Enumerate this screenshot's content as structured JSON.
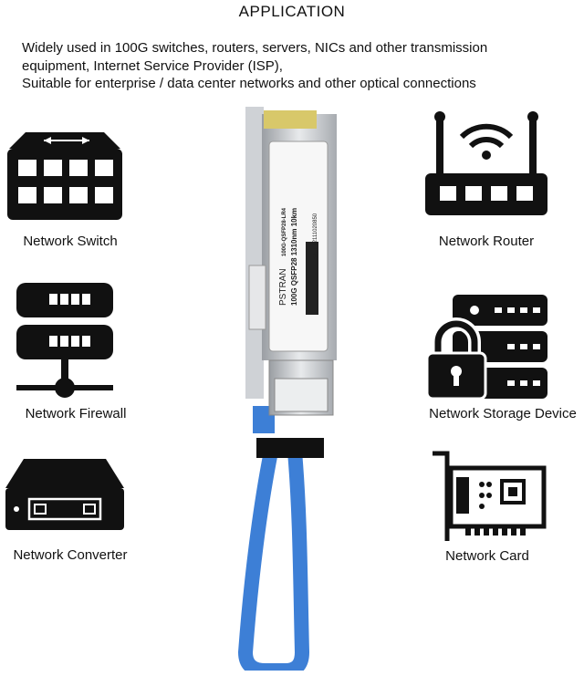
{
  "title": "APPLICATION",
  "description": [
    "Widely used in 100G switches, routers, servers, NICs and other transmission",
    "equipment, Internet Service Provider (ISP),",
    "Suitable for enterprise / data center networks and other optical connections"
  ],
  "applications": [
    {
      "label": "Network Switch",
      "icon": "network-switch-icon"
    },
    {
      "label": "Network Router",
      "icon": "router-icon"
    },
    {
      "label": "Network Firewall",
      "icon": "firewall-icon"
    },
    {
      "label": "Network Storage Device",
      "icon": "storage-icon"
    },
    {
      "label": "Network Converter",
      "icon": "converter-icon"
    },
    {
      "label": "Network Card",
      "icon": "network-card-icon"
    }
  ],
  "module": {
    "brand": "PSTRAN",
    "model": "100G-QSFP28-LR4",
    "spec": "100G QSFP28 1310nm 10km",
    "serial": "S/N:F82111020850",
    "pull_tab_color": "#3d7fd6"
  }
}
